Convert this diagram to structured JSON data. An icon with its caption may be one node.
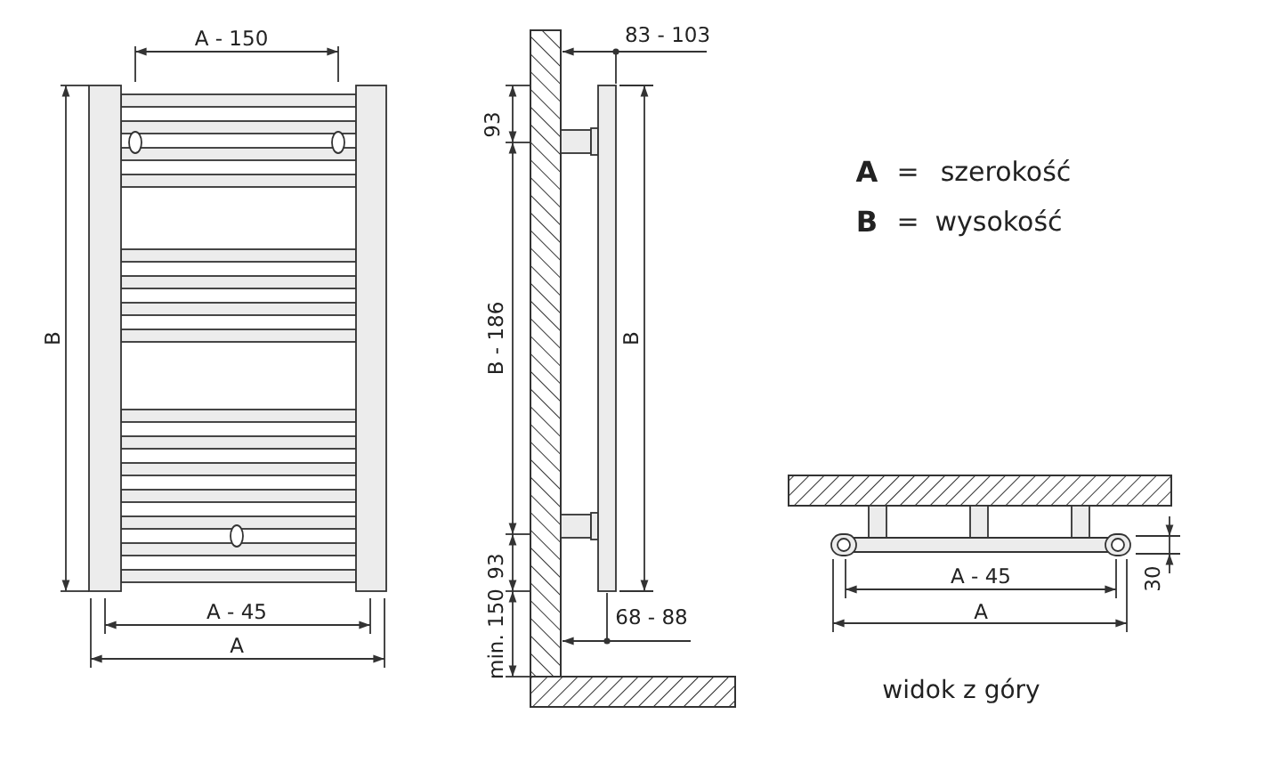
{
  "diagram": {
    "labels": [
      "A - 150",
      "83 - 103",
      "93",
      "A",
      "=",
      "szerokość",
      "B",
      "=",
      "wysokość",
      "B",
      "B - 186",
      "B",
      "93",
      "A - 45",
      "min. 150",
      "68 - 88",
      "A",
      "A - 45",
      "30",
      "A",
      "widok z góry"
    ]
  }
}
